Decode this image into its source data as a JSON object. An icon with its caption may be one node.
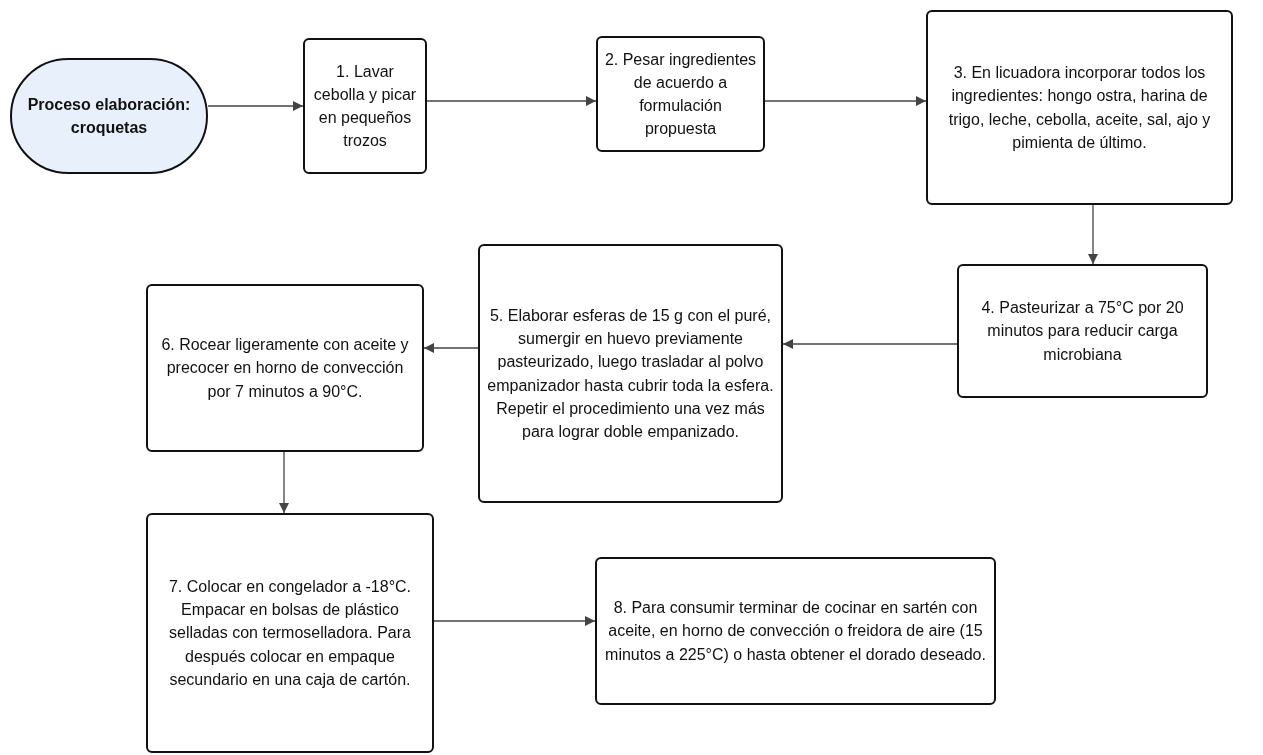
{
  "diagram": {
    "nodes": [
      {
        "text": [
          "Proceso elaboración: croquetas"
        ]
      },
      {
        "text": [
          "1. Lavar cebolla y picar en pequeños trozos"
        ]
      },
      {
        "text": [
          "2. Pesar ingredientes de acuerdo a formulación propuesta"
        ]
      },
      {
        "text": [
          "3. En licuadora incorporar todos los ingredientes: hongo ostra, harina de trigo, leche, cebolla, aceite, sal, ajo y pimienta de último."
        ]
      },
      {
        "text": [
          "4. Pasteurizar a 75°C por 20 minutos para reducir carga microbiana"
        ]
      },
      {
        "text": [
          "5. Elaborar esferas de 15 g con el puré, sumergir en huevo previamente pasteurizado, luego trasladar al polvo empanizador hasta cubrir toda la esfera. Repetir el procedimiento una vez más para lograr doble empanizado."
        ]
      },
      {
        "text": [
          "6. Rocear ligeramente con aceite y precocer en horno de convección por 7 minutos a 90°C."
        ]
      },
      {
        "text": [
          "7. Colocar en congelador a -18°C. Empacar en bolsas de plástico selladas con termoselladora. Para después colocar en empaque secundario en una caja de cartón."
        ]
      },
      {
        "text": [
          "8. Para consumir terminar de cocinar en sartén con aceite, en horno de convección o freidora de aire (15 minutos a 225°C) o hasta obtener el dorado deseado."
        ]
      }
    ],
    "edges": [
      {
        "from": 0,
        "to": 1,
        "arrow": "to"
      },
      {
        "from": 1,
        "to": 2,
        "arrow": "to"
      },
      {
        "from": 2,
        "to": 3,
        "arrow": "to"
      },
      {
        "from": 3,
        "to": 4,
        "arrow": "to"
      },
      {
        "from": 4,
        "to": 5,
        "arrow": "to"
      },
      {
        "from": 5,
        "to": 6,
        "arrow": "to"
      },
      {
        "from": 6,
        "to": 7,
        "arrow": "to"
      },
      {
        "from": 7,
        "to": 8,
        "arrow": "to"
      }
    ]
  }
}
